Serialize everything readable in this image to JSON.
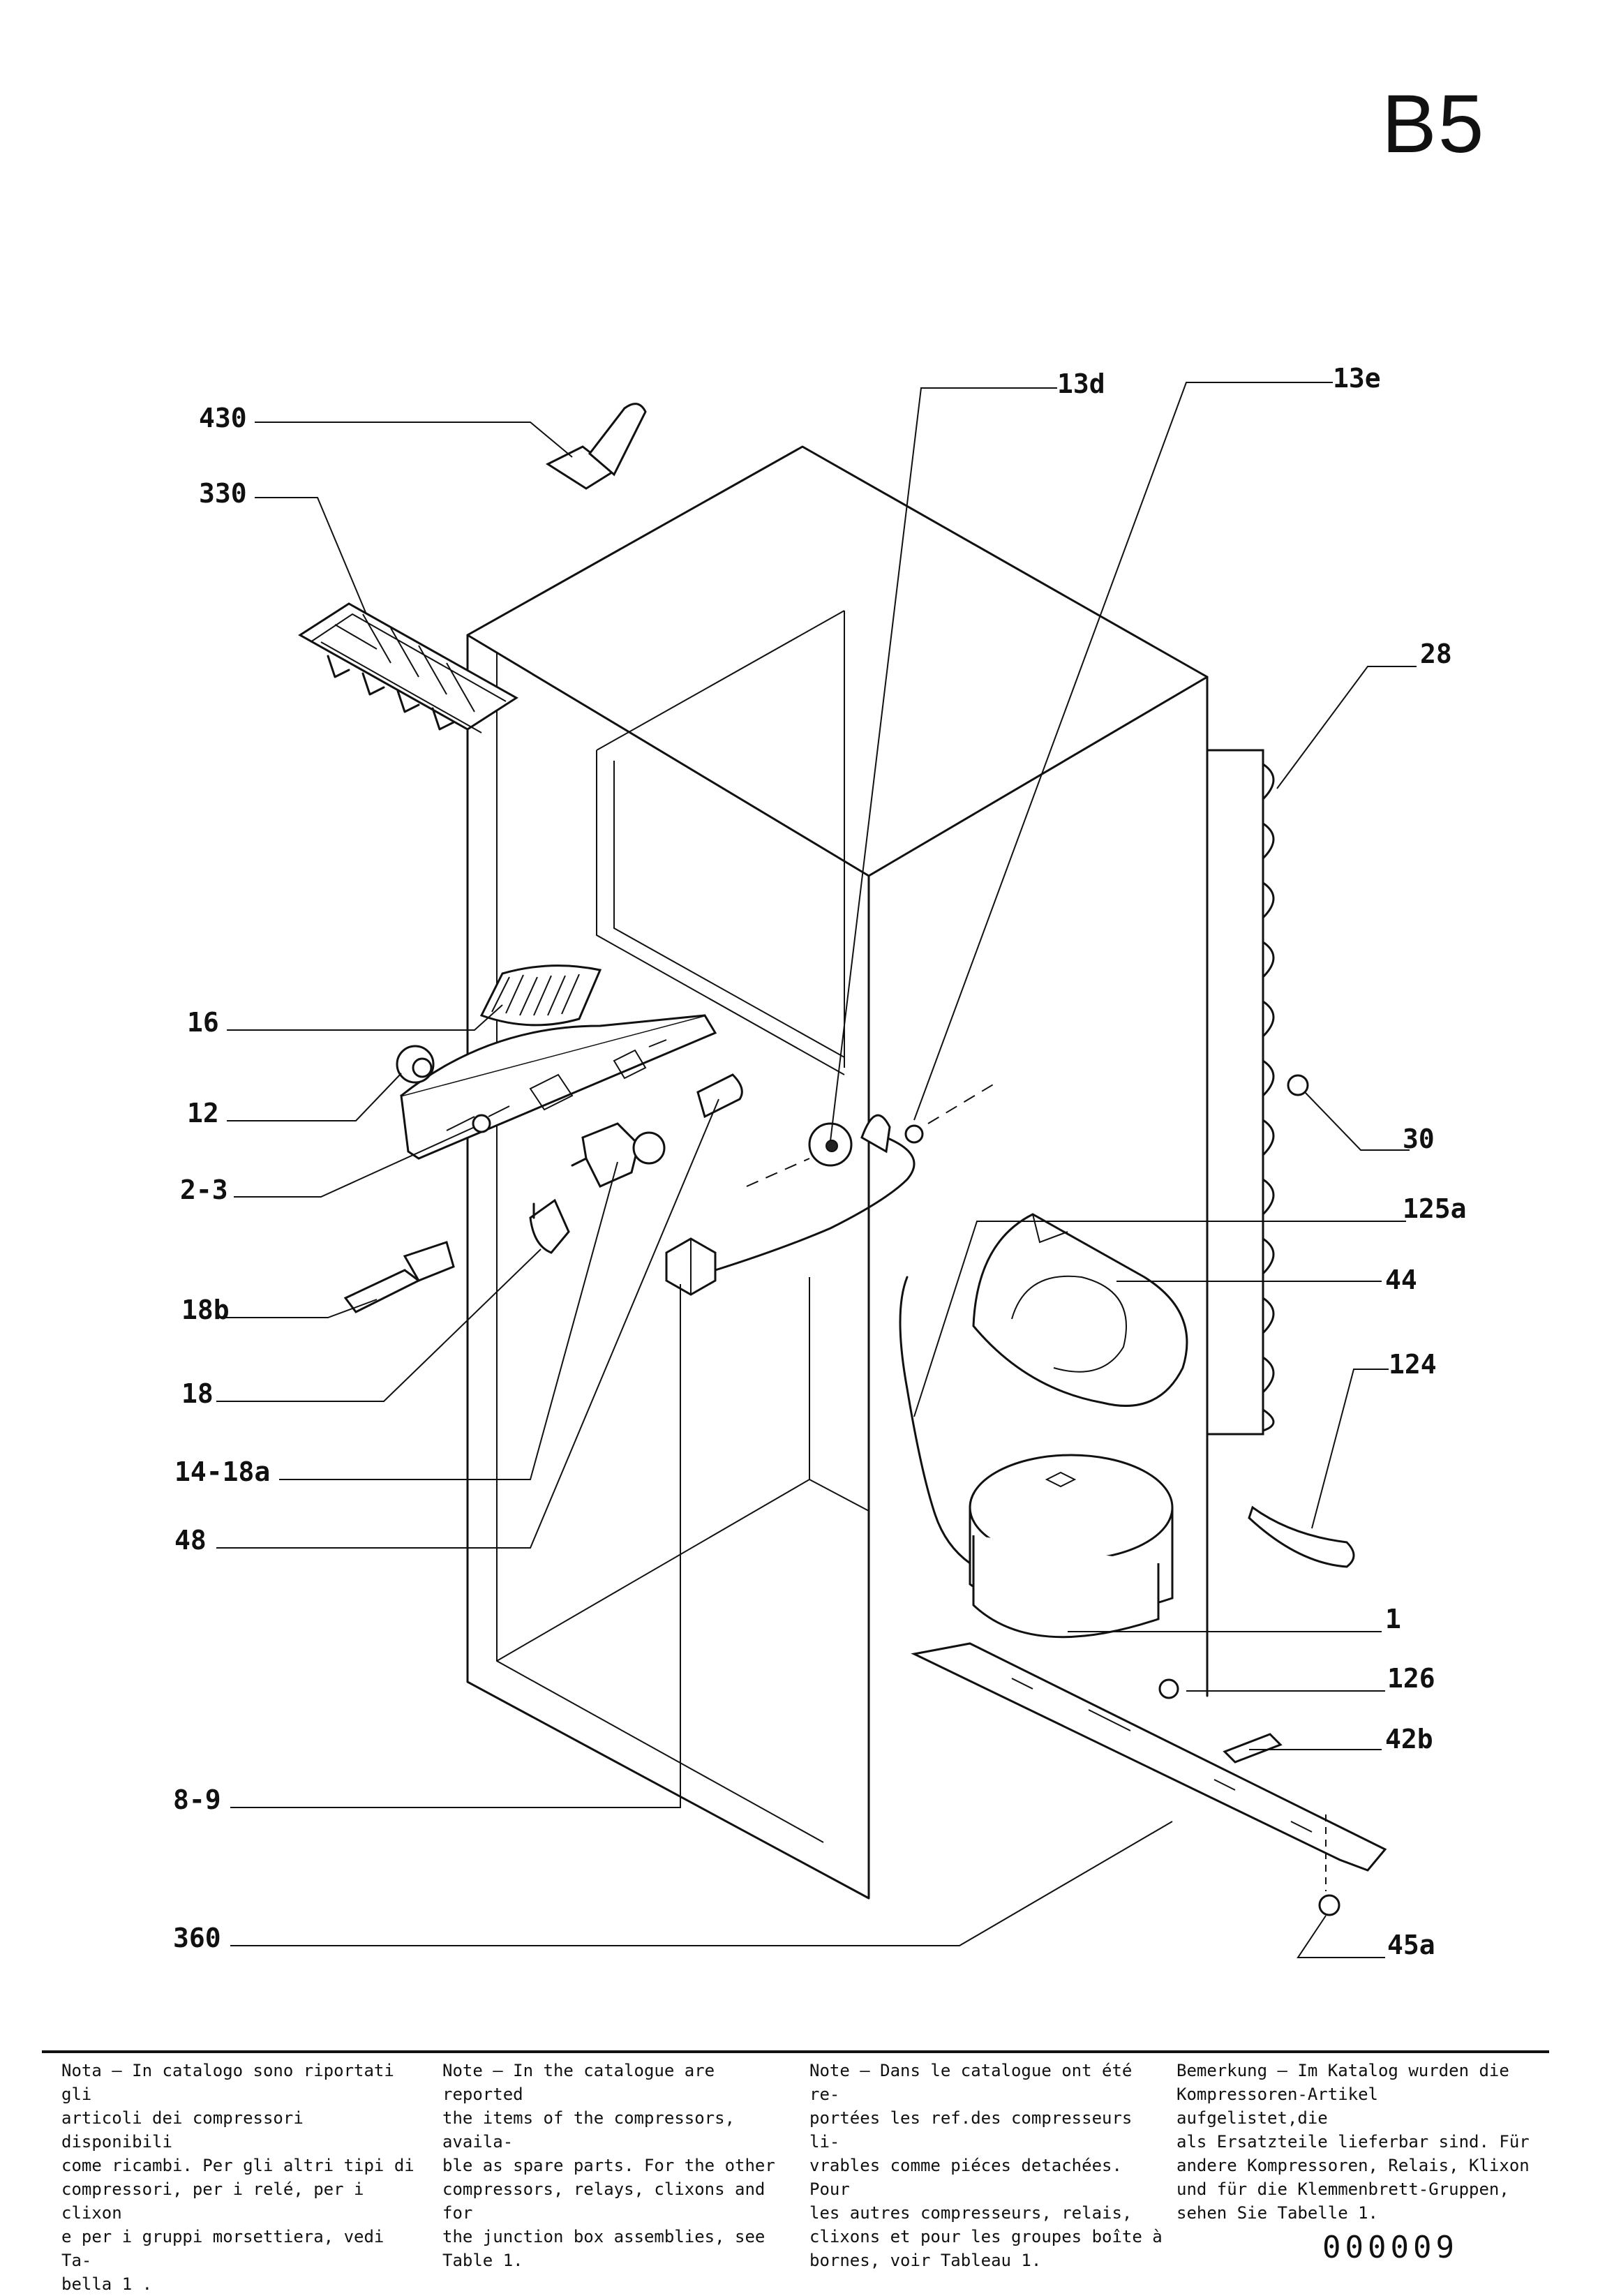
{
  "page_code": "B5",
  "labels": {
    "l430": "430",
    "l330": "330",
    "l13d": "13d",
    "l13e": "13e",
    "l28": "28",
    "l16": "16",
    "l12": "12",
    "l30": "30",
    "l2_3": "2-3",
    "l125a": "125a",
    "l44": "44",
    "l18b": "18b",
    "l18": "18",
    "l124": "124",
    "l14_18a": "14-18a",
    "l48": "48",
    "l1": "1",
    "l126": "126",
    "l42b": "42b",
    "l8_9": "8-9",
    "l360": "360",
    "l45a": "45a"
  },
  "notes": {
    "it": "Nota – In catalogo sono riportati gli\narticoli dei compressori disponibili\ncome ricambi. Per gli altri tipi di\ncompressori, per i relé, per i clixon\ne per i gruppi morsettiera, vedi Ta-\nbella 1 .",
    "en": "Note – In the catalogue are reported\nthe items of the compressors, availa-\nble as spare parts. For the other\ncompressors, relays, clixons and for\nthe junction box assemblies, see\nTable 1.",
    "fr": "Note – Dans le catalogue ont été re-\nportées les ref.des compresseurs li-\nvrables comme piéces detachées. Pour\nles autres compresseurs, relais,\nclixons et pour les groupes boîte à\nbornes, voir Tableau 1.",
    "de": "Bemerkung – Im Katalog wurden die\nKompressoren-Artikel aufgelistet,die\nals Ersatzteile lieferbar sind. Für\nandere Kompressoren, Relais, Klixon\nund für die Klemmenbrett-Gruppen,\nsehen Sie Tabelle 1."
  },
  "doc_number": "000009"
}
